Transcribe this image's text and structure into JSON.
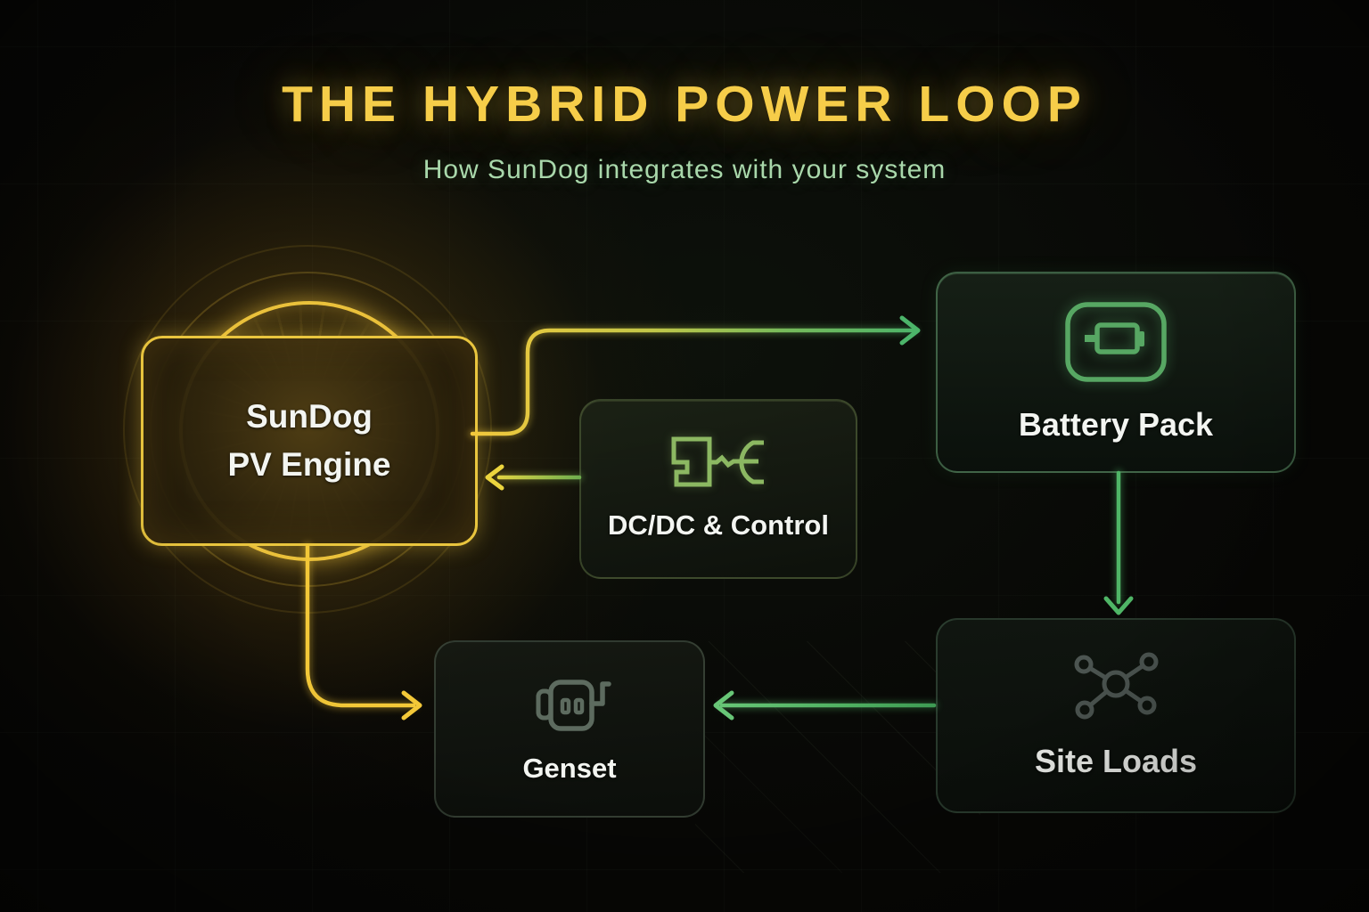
{
  "header": {
    "title": "THE HYBRID POWER LOOP",
    "subtitle": "How SunDog integrates with your system"
  },
  "nodes": {
    "sundog": {
      "line1": "SunDog",
      "line2": "PV Engine"
    },
    "dcdc": {
      "label": "DC/DC & Control",
      "icon": "dc-converter-plug-icon"
    },
    "battery": {
      "label": "Battery Pack",
      "icon": "battery-icon"
    },
    "genset": {
      "label": "Genset",
      "icon": "generator-icon"
    },
    "siteloads": {
      "label": "Site Loads",
      "icon": "network-hub-icon"
    }
  },
  "edges": [
    {
      "from": "SunDog PV Engine",
      "to": "Battery Pack",
      "color": "yellow-to-green"
    },
    {
      "from": "DC/DC & Control",
      "to": "SunDog PV Engine",
      "color": "green-to-yellow"
    },
    {
      "from": "SunDog PV Engine",
      "to": "Genset",
      "color": "yellow"
    },
    {
      "from": "Battery Pack",
      "to": "Site Loads",
      "color": "green"
    },
    {
      "from": "Site Loads",
      "to": "Genset",
      "color": "green"
    }
  ],
  "colors": {
    "accent_yellow": "#f3c83c",
    "accent_green": "#4eb468",
    "title_yellow": "#f6cd49",
    "subtitle_green": "#a9d8ab",
    "text_white": "#f3f5f1",
    "battery_icon_green": "#57a763",
    "dcdc_icon_green": "#8cb862",
    "genset_icon_gray": "#5d6b5f",
    "siteloads_icon_gray": "#4c5551",
    "background": "#070705"
  }
}
